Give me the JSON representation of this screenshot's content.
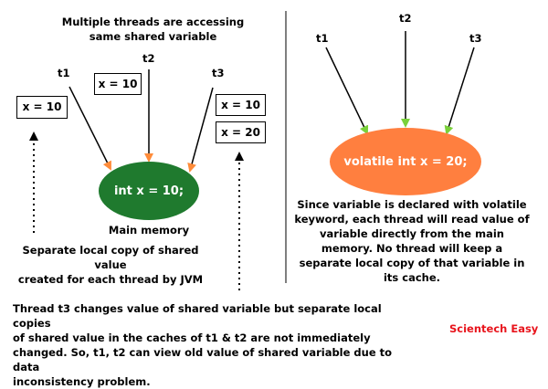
{
  "left": {
    "heading_line1": "Multiple threads are accessing",
    "heading_line2": "same shared variable",
    "threads": [
      "t1",
      "t2",
      "t3"
    ],
    "boxes": [
      "x = 10",
      "x = 10",
      "x = 10",
      "x = 20"
    ],
    "ellipse_text": "int x = 10;",
    "ellipse_label": "Main memory",
    "local_copy_line1": "Separate local copy of shared value",
    "local_copy_line2": "created for each thread by JVM",
    "ellipse_color": "#1f7a2e"
  },
  "right": {
    "threads": [
      "t1",
      "t2",
      "t3"
    ],
    "ellipse_text": "volatile int x = 20;",
    "ellipse_color": "#ff7f3f",
    "desc_lines": [
      "Since variable is declared with volatile",
      "keyword, each thread will read value of",
      "variable directly from the main",
      "memory. No thread will keep a",
      "separate local copy of that variable in",
      "its cache."
    ]
  },
  "bottom": {
    "lines": [
      "Thread t3 changes value of shared variable but separate local copies",
      "of shared value in the caches of t1 & t2 are not immediately",
      "changed. So, t1, t2 can view old value of shared variable due to data",
      "inconsistency problem."
    ]
  },
  "brand": {
    "text": "Scientech Easy",
    "color": "#e8141c"
  },
  "colors": {
    "left_arrowhead": "#ff8c3a",
    "right_arrowhead": "#7ad13a"
  }
}
